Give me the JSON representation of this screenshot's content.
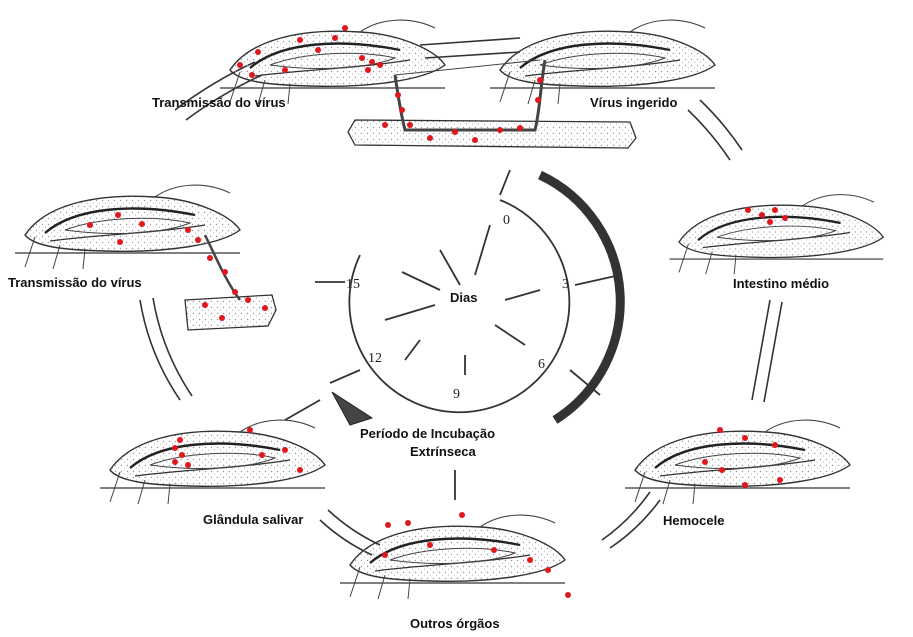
{
  "stages": {
    "virus_ingerido": "Vírus ingerido",
    "intestino_medio": "Intestino médio",
    "hemocele": "Hemocele",
    "outros_orgaos": "Outros órgãos",
    "glandula_salivar": "Glândula salivar",
    "transmissao_left": "Transmissão do vírus",
    "transmissao_top": "Transmissão do vírus"
  },
  "clock": {
    "center_label": "Dias",
    "ticks": [
      "0",
      "3",
      "6",
      "9",
      "12",
      "15"
    ]
  },
  "incubation": {
    "line1": "Período de Incubação",
    "line2": "Extrínseca"
  },
  "colors": {
    "virus_dot": "#e0181c",
    "ink": "#222222",
    "stipple": "#9a9a9a"
  }
}
